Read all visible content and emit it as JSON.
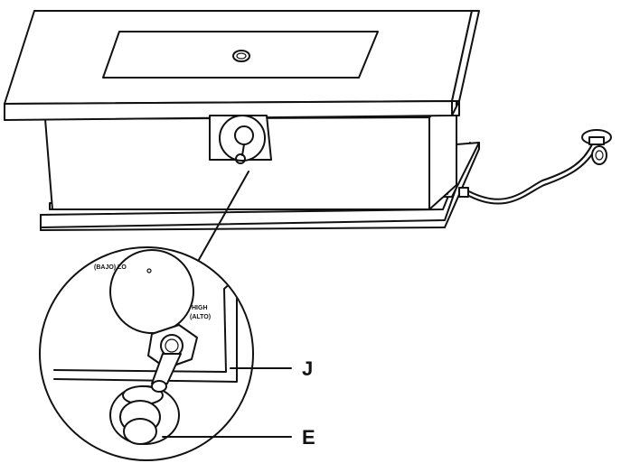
{
  "callouts": [
    {
      "id": "J",
      "label": "J",
      "part": "control-knob-stem"
    },
    {
      "id": "E",
      "label": "E",
      "part": "igniter-button"
    }
  ],
  "knob_labels": {
    "low": "(BAJO) LO",
    "high_line1": "HIGH",
    "high_line2": "(ALTO)"
  },
  "colors": {
    "line": "#111111",
    "background": "#ffffff"
  },
  "icons": [
    "fire-pit-table",
    "burner-opening",
    "gas-hose",
    "regulator",
    "magnified-detail-circle"
  ]
}
